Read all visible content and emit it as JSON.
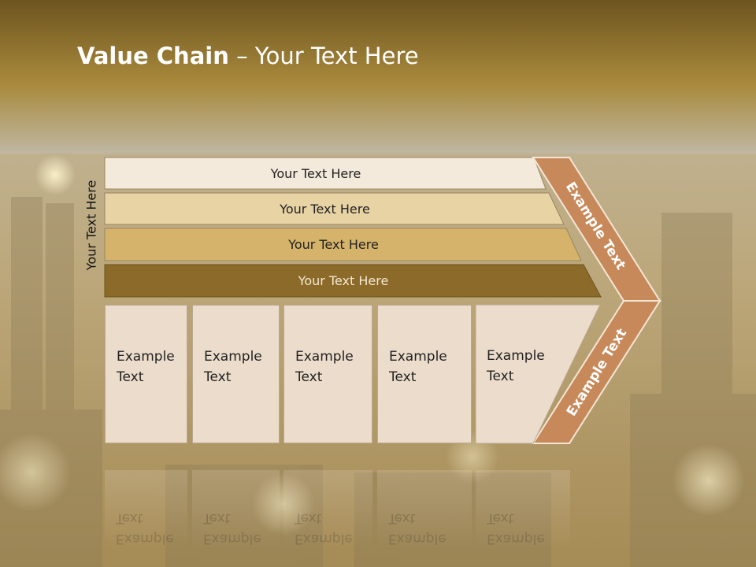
{
  "slide": {
    "title_bold": "Value Chain",
    "title_rest": " – Your Text Here",
    "side_label": "Your Text Here"
  },
  "bands": [
    {
      "label": "Your Text Here",
      "color": "#f4eadb"
    },
    {
      "label": "Your Text Here",
      "color": "#e8d3a4"
    },
    {
      "label": "Your Text Here",
      "color": "#d5b36a"
    },
    {
      "label": "Your Text Here",
      "color": "#8b6a2a"
    }
  ],
  "boxes": [
    {
      "label": "Example Text"
    },
    {
      "label": "Example Text"
    },
    {
      "label": "Example Text"
    },
    {
      "label": "Example Text"
    },
    {
      "label": "Example Text"
    }
  ],
  "arrow": {
    "upper_label": "Example Text",
    "lower_label": "Example Text",
    "color": "#c8895a"
  },
  "colors": {
    "header_dark": "#6d5420",
    "header_mid": "#a98a3c",
    "background": "#bfb7a2"
  }
}
